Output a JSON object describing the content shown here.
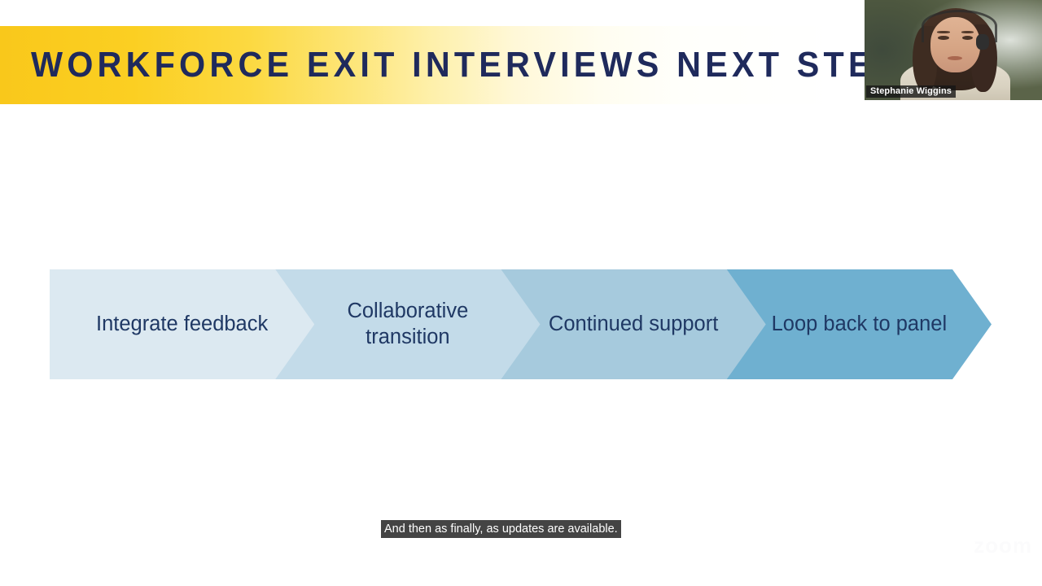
{
  "slide": {
    "title": "WORKFORCE EXIT INTERVIEWS NEXT STEPS",
    "background_color": "#ffffff",
    "banner_start_color": "#f9c81b",
    "banner_end_color": "#ffffff",
    "title_color": "#1f2a5c"
  },
  "process": {
    "name": "next-steps-chevron-process",
    "text_color": "#1f3864",
    "steps": [
      {
        "label": "Integrate feedback",
        "color": "#dce9f1"
      },
      {
        "label": "Collaborative transition",
        "color": "#c3dbe9"
      },
      {
        "label": "Continued support",
        "color": "#a6cadd"
      },
      {
        "label": "Loop back to panel",
        "color": "#6fb0d0"
      }
    ]
  },
  "video": {
    "speaker_name": "Stephanie Wiggins",
    "label_background": "#141414"
  },
  "caption": {
    "text": "And then as finally, as updates are available.",
    "background": "#444444",
    "color": "#ffffff"
  },
  "watermarks": {
    "center": "",
    "lower": "",
    "corner": "zoom"
  }
}
